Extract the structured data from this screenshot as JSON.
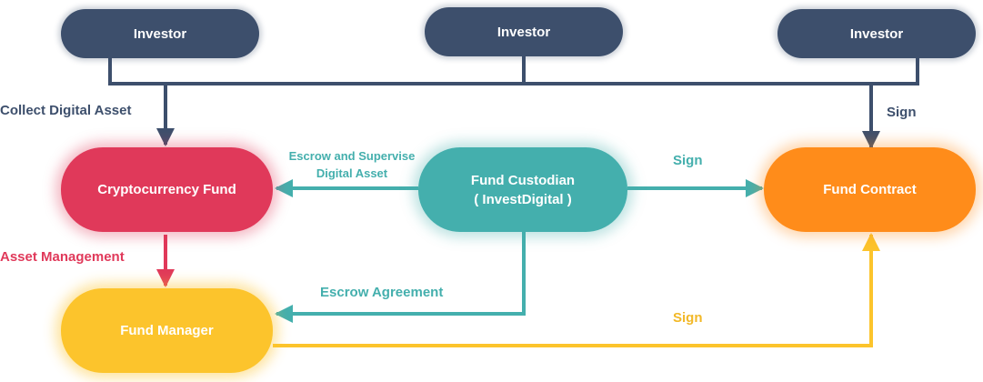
{
  "nodes": {
    "investor_1": "Investor",
    "investor_2": "Investor",
    "investor_3": "Investor",
    "cryptocurrency_fund": "Cryptocurrency Fund",
    "fund_custodian_line1": "Fund Custodian",
    "fund_custodian_line2": "( InvestDigital )",
    "fund_contract": "Fund Contract",
    "fund_manager": "Fund Manager"
  },
  "edges": {
    "collect_digital_asset": "Collect Digital Asset",
    "sign_investors": "Sign",
    "escrow_supervise_line1": "Escrow and Supervise",
    "escrow_supervise_line2": "Digital Asset",
    "sign_custodian": "Sign",
    "asset_management": "Asset Management",
    "escrow_agreement": "Escrow Agreement",
    "sign_manager": "Sign"
  },
  "colors": {
    "investor": "#3d4f6c",
    "cryptocurrency_fund": "#e0395a",
    "fund_custodian": "#44afad",
    "fund_contract": "#ff8c1a",
    "fund_manager": "#fcc42c"
  }
}
